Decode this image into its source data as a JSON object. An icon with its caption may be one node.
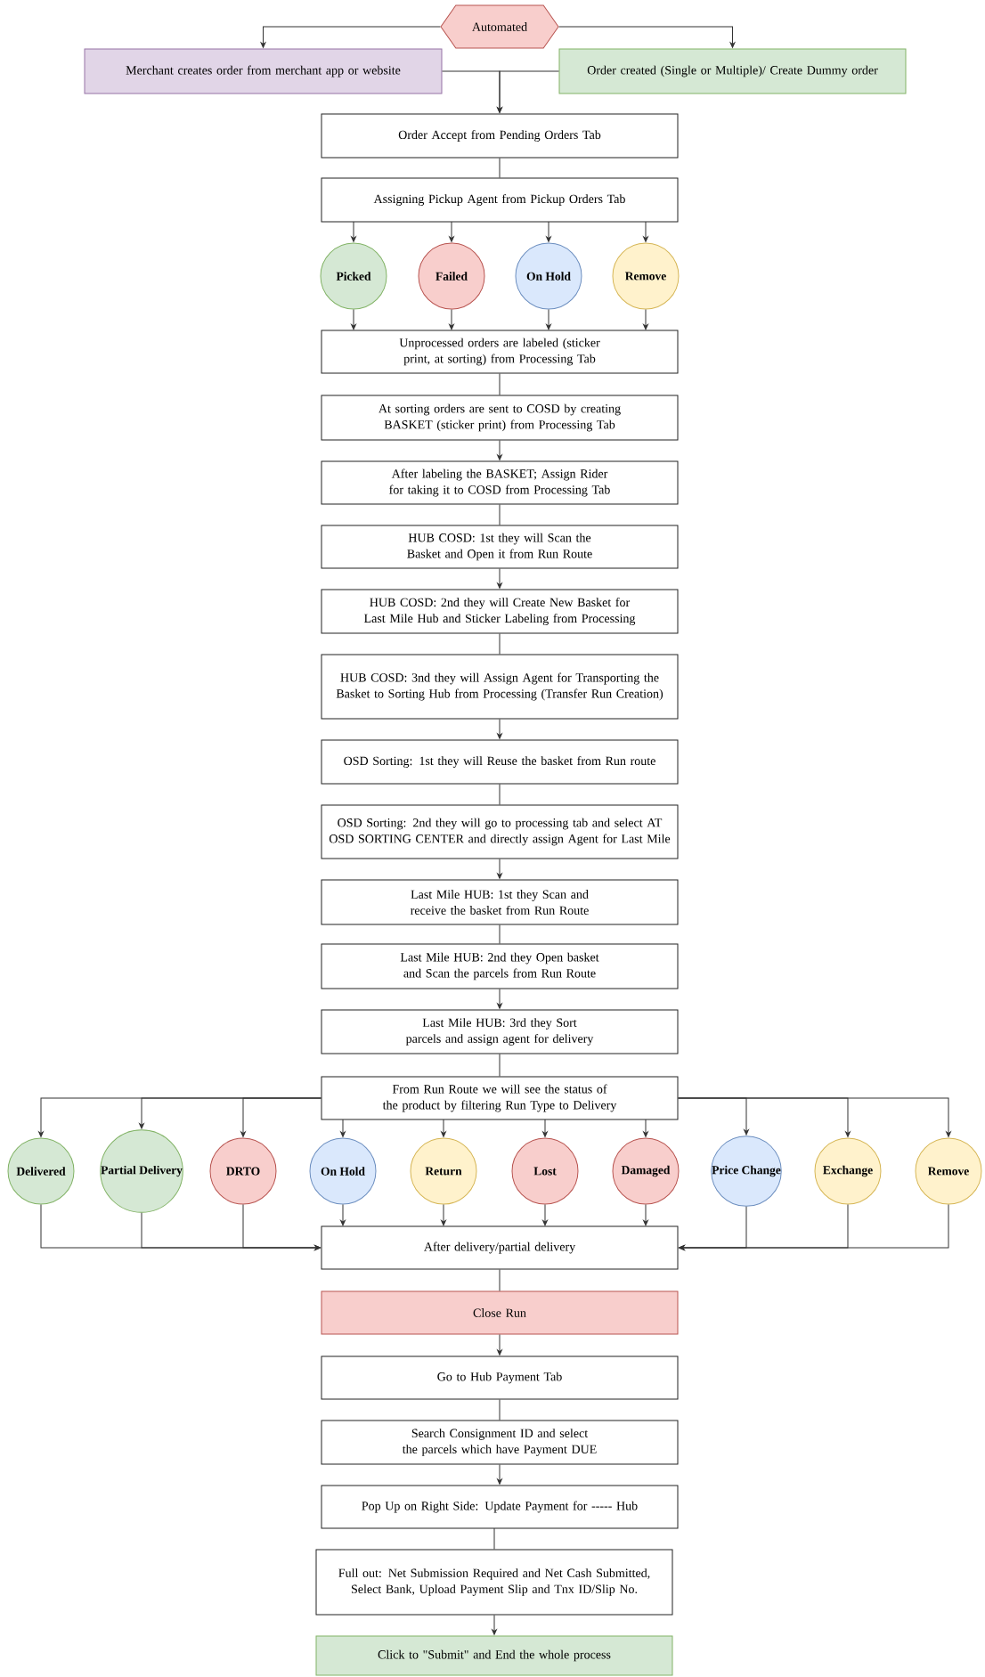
{
  "diagram": {
    "nodes": [
      {
        "text": [
          "Automated"
        ]
      },
      {
        "text": [
          "Merchant creates order from merchant app or website"
        ]
      },
      {
        "text": [
          "Order created (Single or Multiple)/ Create Dummy order"
        ]
      },
      {
        "text": [
          "Order Accept from Pending Orders Tab"
        ]
      },
      {
        "text": [
          "Assigning Pickup Agent from Pickup Orders Tab"
        ]
      },
      {
        "text": [
          "Picked"
        ]
      },
      {
        "text": [
          "Failed"
        ]
      },
      {
        "text": [
          "On Hold"
        ]
      },
      {
        "text": [
          "Remove"
        ]
      },
      {
        "text": [
          "Unprocessed orders are labeled (sticker print, at sorting) from Processing Tab"
        ]
      },
      {
        "text": [
          "At sorting orders are sent to COSD by creating BASKET (sticker print) from Processing Tab"
        ]
      },
      {
        "text": [
          "After labeling the BASKET; Assign Rider for taking it to COSD from Processing Tab"
        ]
      },
      {
        "text": [
          "HUB COSD: 1st they will Scan the Basket and Open it from Run Route"
        ]
      },
      {
        "text": [
          "HUB COSD: 2nd they will Create New Basket for Last Mile Hub and Sticker Labeling from Processing"
        ]
      },
      {
        "text": [
          "HUB COSD: 3nd they will Assign Agent for Transporting the Basket to Sorting Hub from Processing (Transfer Run Creation)"
        ]
      },
      {
        "text": [
          "OSD Sorting: 1st they will Reuse the basket from Run route"
        ]
      },
      {
        "text": [
          "OSD Sorting: 2nd they will go to processing tab and select AT OSD SORTING CENTER and directly assign Agent for Last Mile"
        ]
      },
      {
        "text": [
          "Last Mile HUB: 1st they Scan and receive the basket from Run Route"
        ]
      },
      {
        "text": [
          "Last Mile HUB: 2nd they Open basket and Scan the parcels from Run Route"
        ]
      },
      {
        "text": [
          "Last Mile HUB: 3rd they Sort parcels and assign agent for delivery"
        ]
      },
      {
        "text": [
          "From Run Route we will see the status of the product by filtering Run Type to Delivery"
        ]
      },
      {
        "text": [
          "Delivered"
        ]
      },
      {
        "text": [
          "Partial Delivery"
        ]
      },
      {
        "text": [
          "DRTO"
        ]
      },
      {
        "text": [
          "On Hold"
        ]
      },
      {
        "text": [
          "Return"
        ]
      },
      {
        "text": [
          "Lost"
        ]
      },
      {
        "text": [
          "Damaged"
        ]
      },
      {
        "text": [
          "Price Change"
        ]
      },
      {
        "text": [
          "Exchange"
        ]
      },
      {
        "text": [
          "Remove"
        ]
      },
      {
        "text": [
          "After delivery/partial delivery"
        ]
      },
      {
        "text": [
          "Close Run"
        ]
      },
      {
        "text": [
          "Go to Hub Payment Tab"
        ]
      },
      {
        "text": [
          "Search Consignment ID and select the parcels which have Payment DUE"
        ]
      },
      {
        "text": [
          "Pop Up on Right Side: Update Payment for ----- Hub"
        ]
      },
      {
        "text": [
          "Full out: Net Submission Required and Net Cash Submitted, Select Bank, Upload Payment Slip and Tnx ID/Slip No."
        ]
      },
      {
        "text": [
          "Click to \"Submit\" and End the whole process"
        ]
      }
    ],
    "edges": [
      {
        "from": 0,
        "to": 1,
        "arrow": "to"
      },
      {
        "from": 0,
        "to": 2,
        "arrow": "to"
      },
      {
        "from": 1,
        "to": 3,
        "arrow": "to"
      },
      {
        "from": 2,
        "to": 3,
        "arrow": "to"
      },
      {
        "from": 3,
        "to": 4,
        "arrow": "none"
      },
      {
        "from": 4,
        "to": 5,
        "arrow": "to"
      },
      {
        "from": 4,
        "to": 6,
        "arrow": "to"
      },
      {
        "from": 4,
        "to": 7,
        "arrow": "to"
      },
      {
        "from": 4,
        "to": 8,
        "arrow": "to"
      },
      {
        "from": 5,
        "to": 9,
        "arrow": "to"
      },
      {
        "from": 6,
        "to": 9,
        "arrow": "to"
      },
      {
        "from": 7,
        "to": 9,
        "arrow": "to"
      },
      {
        "from": 8,
        "to": 9,
        "arrow": "to"
      },
      {
        "from": 9,
        "to": 10,
        "arrow": "none"
      },
      {
        "from": 10,
        "to": 11,
        "arrow": "to"
      },
      {
        "from": 11,
        "to": 12,
        "arrow": "none"
      },
      {
        "from": 12,
        "to": 13,
        "arrow": "to"
      },
      {
        "from": 13,
        "to": 14,
        "arrow": "none"
      },
      {
        "from": 14,
        "to": 15,
        "arrow": "to"
      },
      {
        "from": 15,
        "to": 16,
        "arrow": "none"
      },
      {
        "from": 16,
        "to": 17,
        "arrow": "to"
      },
      {
        "from": 17,
        "to": 18,
        "arrow": "none"
      },
      {
        "from": 18,
        "to": 19,
        "arrow": "to"
      },
      {
        "from": 19,
        "to": 20,
        "arrow": "none"
      },
      {
        "from": 20,
        "to": 21,
        "arrow": "to"
      },
      {
        "from": 20,
        "to": 22,
        "arrow": "to"
      },
      {
        "from": 20,
        "to": 23,
        "arrow": "to"
      },
      {
        "from": 20,
        "to": 24,
        "arrow": "to"
      },
      {
        "from": 20,
        "to": 25,
        "arrow": "to"
      },
      {
        "from": 20,
        "to": 26,
        "arrow": "to"
      },
      {
        "from": 20,
        "to": 27,
        "arrow": "to"
      },
      {
        "from": 20,
        "to": 28,
        "arrow": "to"
      },
      {
        "from": 20,
        "to": 29,
        "arrow": "to"
      },
      {
        "from": 20,
        "to": 30,
        "arrow": "to"
      },
      {
        "from": 21,
        "to": 31,
        "arrow": "to"
      },
      {
        "from": 22,
        "to": 31,
        "arrow": "to"
      },
      {
        "from": 23,
        "to": 31,
        "arrow": "to"
      },
      {
        "from": 24,
        "to": 31,
        "arrow": "to"
      },
      {
        "from": 25,
        "to": 31,
        "arrow": "to"
      },
      {
        "from": 26,
        "to": 31,
        "arrow": "to"
      },
      {
        "from": 27,
        "to": 31,
        "arrow": "to"
      },
      {
        "from": 28,
        "to": 31,
        "arrow": "to"
      },
      {
        "from": 29,
        "to": 31,
        "arrow": "to"
      },
      {
        "from": 30,
        "to": 31,
        "arrow": "to"
      },
      {
        "from": 31,
        "to": 32,
        "arrow": "none"
      },
      {
        "from": 32,
        "to": 33,
        "arrow": "to"
      },
      {
        "from": 33,
        "to": 34,
        "arrow": "none"
      },
      {
        "from": 34,
        "to": 35,
        "arrow": "to"
      },
      {
        "from": 35,
        "to": 36,
        "arrow": "none"
      },
      {
        "from": 36,
        "to": 37,
        "arrow": "to"
      }
    ]
  }
}
